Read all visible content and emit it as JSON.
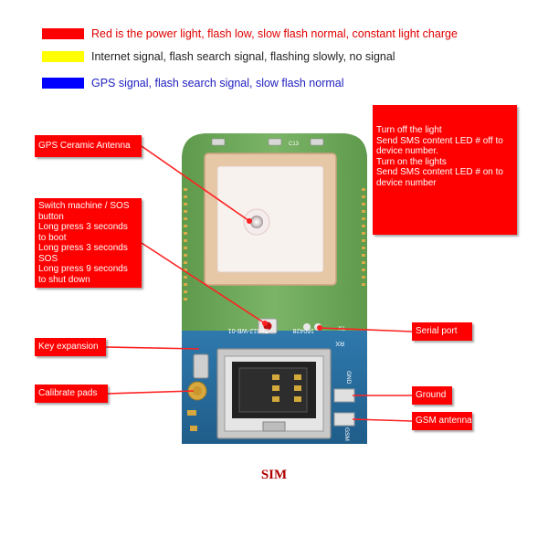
{
  "legend": [
    {
      "color": "#ff0000",
      "text_color": "#e00000",
      "text": "Red is the power light, flash low, slow flash normal, constant light charge"
    },
    {
      "color": "#ffff00",
      "text_color": "#222222",
      "text": "Internet signal, flash search signal, flashing slowly, no signal"
    },
    {
      "color": "#0000ff",
      "text_color": "#2020c0",
      "text": "GPS signal, flash search signal, slow flash normal"
    }
  ],
  "callouts": {
    "gps_antenna": "GPS Ceramic Antenna",
    "light_control": [
      "Turn off the light",
      "Send SMS content LED # off to",
      "device number.",
      "Turn on the lights",
      "Send SMS content LED # on to",
      "device number"
    ],
    "switch": [
      "Switch machine / SOS",
      "button",
      "Long press 3 seconds",
      "to boot",
      "Long press 3 seconds",
      "SOS",
      "Long press 9 seconds",
      "to shut down"
    ],
    "key_expansion": "Key expansion",
    "calibrate_pads": "Calibrate pads",
    "serial_port": "Serial port",
    "ground": "Ground",
    "gsm_antenna": "GSM antenna"
  },
  "board_labels": {
    "model": "ZX612-WB-01",
    "date": "160428",
    "rx": "RX",
    "tx": "TX",
    "gnd": "GND",
    "gsm": "GSM",
    "led": "C13"
  },
  "caption": "SIM",
  "colors": {
    "callout": "#ff0000",
    "board_green": "#6fa95b",
    "board_blue": "#2a6fa0",
    "antenna": "#e0c0a0"
  }
}
